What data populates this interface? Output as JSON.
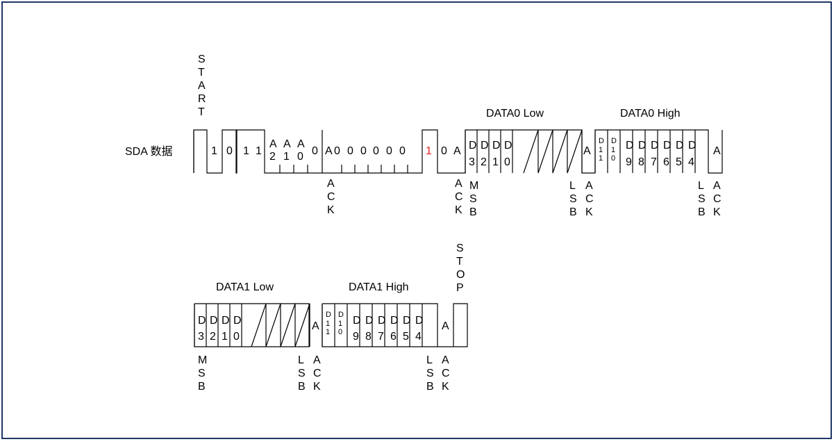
{
  "colors": {
    "border": "#1f3864",
    "line": "#000000",
    "highlight": "#e02020"
  },
  "labels": {
    "sda": "SDA 数据",
    "start": "START",
    "stop": "STOP",
    "ack": "ACK",
    "msb": "MSB",
    "lsb": "LSB"
  },
  "row1": {
    "addr_bits": [
      "1",
      "0",
      "1",
      "1"
    ],
    "addr_sel": [
      "A2",
      "A1",
      "A0"
    ],
    "rw_bit": "0",
    "ack_short": "A",
    "reg_bits": [
      "0",
      "0",
      "0",
      "0",
      "0",
      "0",
      "1",
      "0"
    ],
    "data0_low_title": "DATA0 Low",
    "data0_high_title": "DATA0 High",
    "low_bits": [
      "D3",
      "D2",
      "D1",
      "D0"
    ],
    "high_bits_small": [
      "D11",
      "D10"
    ],
    "high_bits": [
      "D9",
      "D8",
      "D7",
      "D6",
      "D5",
      "D4"
    ]
  },
  "row2": {
    "data1_low_title": "DATA1 Low",
    "data1_high_title": "DATA1 High"
  }
}
